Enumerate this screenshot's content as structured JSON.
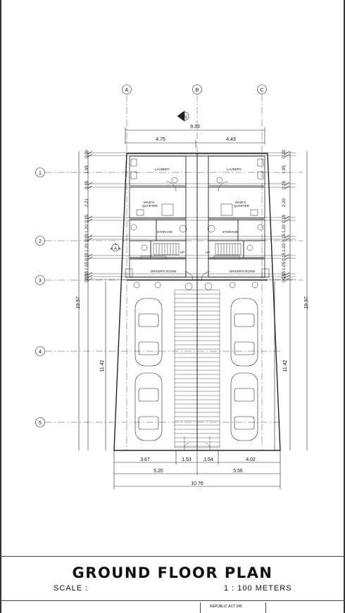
{
  "grid": {
    "columns": [
      "A",
      "B",
      "C"
    ],
    "rows": [
      "1",
      "2",
      "3",
      "4",
      "5"
    ]
  },
  "dimensions": {
    "top_overall": "9.33",
    "top_left": "4.75",
    "top_right": "4.43",
    "left_chain": [
      "0.20",
      "1.95",
      "0.15",
      "2.21",
      "0.15",
      "1.20",
      "0.15",
      "1.20",
      "0.15",
      "1.05",
      "0.15",
      "0.15"
    ],
    "right_chain": [
      "0.20",
      "1.95",
      "0.15",
      "2.20",
      "0.15",
      "1.20",
      "0.15",
      "1.20",
      "0.15",
      "1.05",
      "0.15",
      "0.15"
    ],
    "left_overall": "19.97",
    "right_overall": "19.97",
    "left_garage": "11.42",
    "right_garage": "11.42",
    "bottom_row1": [
      "3.67",
      "1.53",
      "1.54",
      "4.02"
    ],
    "bottom_row2": [
      "5.20",
      "5.56"
    ],
    "bottom_overall": "10.76",
    "section_mark": "A",
    "north_mark": "N"
  },
  "rooms": {
    "laundry_left": "LAUNDRY",
    "laundry_right": "LAUNDRY",
    "maids_left_1": "MAID'S",
    "maids_left_2": "QUARTER",
    "maids_right_1": "MAID'S",
    "maids_right_2": "QUARTER",
    "storage_left": "STORAGE",
    "storage_right": "STORAGE",
    "drivers_left": "DRIVER'S ROOM",
    "drivers_right": "DRIVER'S ROOM",
    "up_left": "UP",
    "up_right": "UP"
  },
  "title_block": {
    "title": "GROUND FLOOR PLAN",
    "scale_label": "SCALE :",
    "scale_value": "1 : 100 METERS",
    "footer": "REPUBLIC ACT 545"
  }
}
